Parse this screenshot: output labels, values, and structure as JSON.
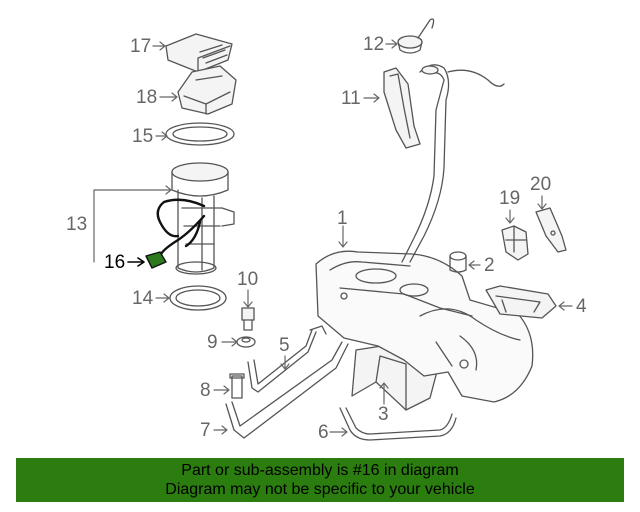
{
  "callouts": {
    "c1": "1",
    "c2": "2",
    "c3": "3",
    "c4": "4",
    "c5": "5",
    "c6": "6",
    "c7": "7",
    "c8": "8",
    "c9": "9",
    "c10": "10",
    "c11": "11",
    "c12": "12",
    "c13": "13",
    "c14": "14",
    "c15": "15",
    "c16": "16",
    "c17": "17",
    "c18": "18",
    "c19": "19",
    "c20": "20"
  },
  "highlight": {
    "part": "16",
    "color": "#2d7a1e"
  },
  "banner": {
    "line1": "Part or sub-assembly is #16 in diagram",
    "line2": "Diagram may not be specific to your vehicle",
    "background": "#2b7d10"
  }
}
